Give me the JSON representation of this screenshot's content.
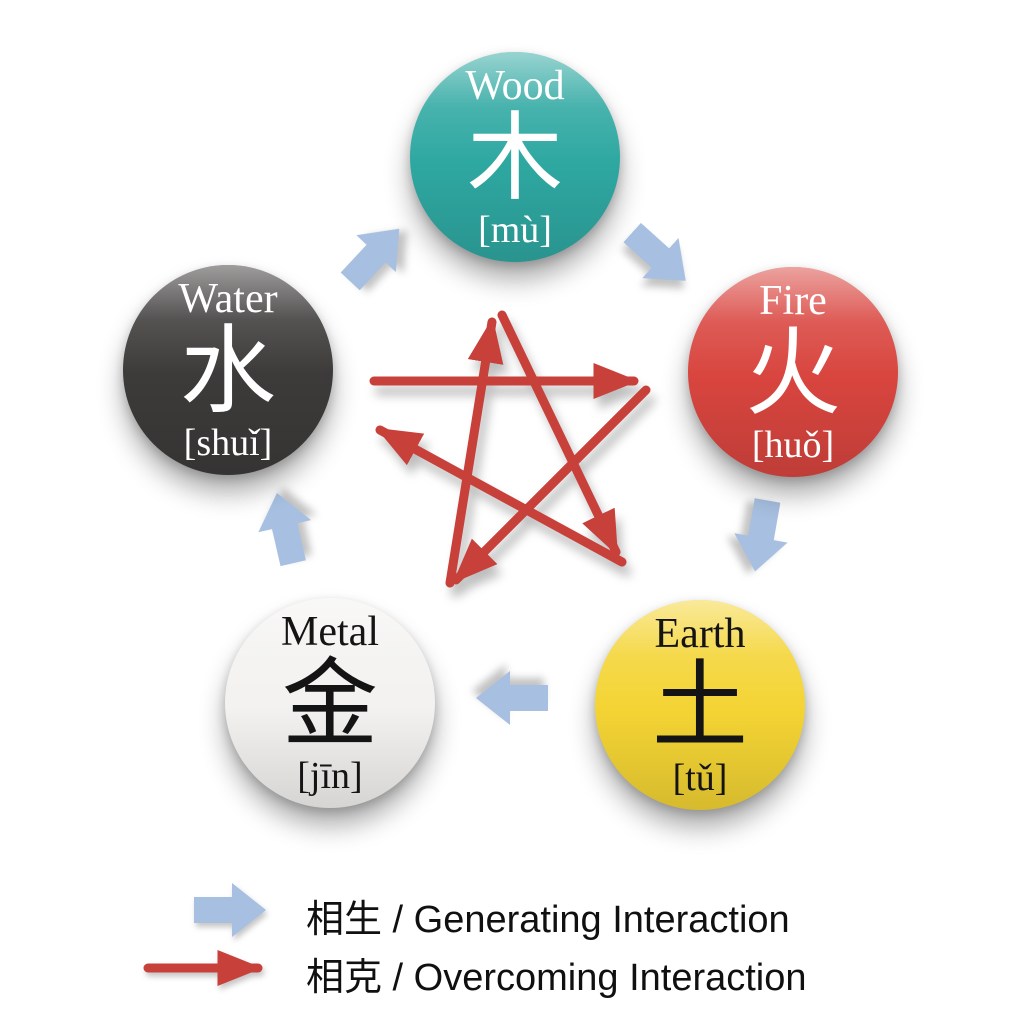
{
  "diagram": {
    "elements": [
      {
        "name": "Wood",
        "hanzi": "木",
        "pinyin": "[mù]",
        "color": "#2fa8a2",
        "text_color": "#ffffff"
      },
      {
        "name": "Fire",
        "hanzi": "火",
        "pinyin": "[huǒ]",
        "color": "#d9453f",
        "text_color": "#ffffff"
      },
      {
        "name": "Earth",
        "hanzi": "土",
        "pinyin": "[tǔ]",
        "color": "#f4d434",
        "text_color": "#141414"
      },
      {
        "name": "Metal",
        "hanzi": "金",
        "pinyin": "[jīn]",
        "color": "#f3f2f0",
        "text_color": "#141414"
      },
      {
        "name": "Water",
        "hanzi": "水",
        "pinyin": "[shuǐ]",
        "color": "#3d3b3a",
        "text_color": "#ffffff"
      }
    ],
    "generating_cycle": [
      "Water → Wood",
      "Wood → Fire",
      "Fire → Earth",
      "Earth → Metal",
      "Metal → Water"
    ],
    "overcoming_cycle": [
      "Wood → Earth",
      "Earth → Water",
      "Water → Fire",
      "Fire → Metal",
      "Metal → Wood"
    ],
    "colors": {
      "generating_arrow": "#a7bfe0",
      "overcoming_arrow": "#c7403a"
    }
  },
  "legend": {
    "items": [
      {
        "label": "相生 / Generating Interaction"
      },
      {
        "label": "相克 / Overcoming Interaction"
      }
    ]
  }
}
